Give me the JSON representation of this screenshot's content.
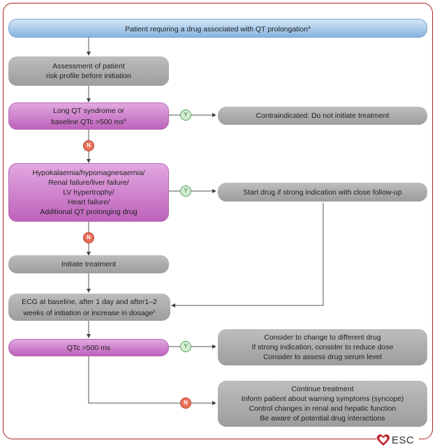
{
  "flowchart": {
    "start": {
      "text": "Patient requiring a drug associated with QT prolongation",
      "note": "a"
    },
    "assessment": {
      "lines": [
        "Assessment of patient",
        "risk profile before initiation"
      ]
    },
    "decision1": {
      "lines": [
        "Long QT syndrome or",
        "baseline QTc >500 ms"
      ],
      "note": "b"
    },
    "result1": {
      "text": "Contraindicated: Do not initiate treatment"
    },
    "decision2": {
      "lines": [
        "Hypokalaemia/hypomagnesaemia/",
        "Renal failure/liver failure/",
        "LV hypertrophy/",
        "Heart failure/",
        "Additional QT prolonging drug"
      ]
    },
    "result2": {
      "text": "Start drug if strong indication with close follow-up"
    },
    "initiate": {
      "text": "Initiate treatment"
    },
    "ecg": {
      "lines": [
        "ECG at baseline, after 1 day and after1–2",
        "weeks of initiation or increase in dosage"
      ],
      "note": "c"
    },
    "decision3": {
      "text": "QTc >500 ms"
    },
    "result3": {
      "lines": [
        "Consider to change to different drug",
        "If strong indication, consider to reduce dose",
        "Consider to assess drug serum level"
      ]
    },
    "result4": {
      "lines": [
        "Continue treatment",
        "Inform patient about warning symptoms (syncope)",
        "Control changes in renal and hepatic function",
        "Be aware of potential drug interactions"
      ]
    },
    "labels": {
      "yes": "Y",
      "no": "N"
    }
  },
  "logo": {
    "text": "ESC",
    "color": "#c0202a"
  }
}
